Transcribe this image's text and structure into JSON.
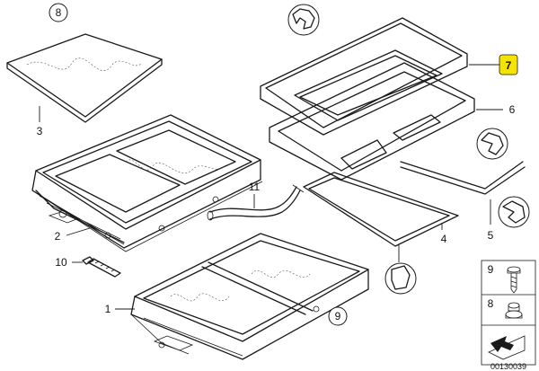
{
  "callouts": {
    "p1": "1",
    "p2": "2",
    "p3": "3",
    "p4": "4",
    "p5": "5",
    "p6": "6",
    "p7": "7",
    "p8": "8",
    "p9": "9",
    "p10": "10",
    "p11": "11"
  },
  "legend": {
    "item_top": "9",
    "item_bottom": "8"
  },
  "footer": {
    "diagram_id": "00130039"
  },
  "colors": {
    "highlight": "#f5e400",
    "line": "#1a1a1a"
  }
}
